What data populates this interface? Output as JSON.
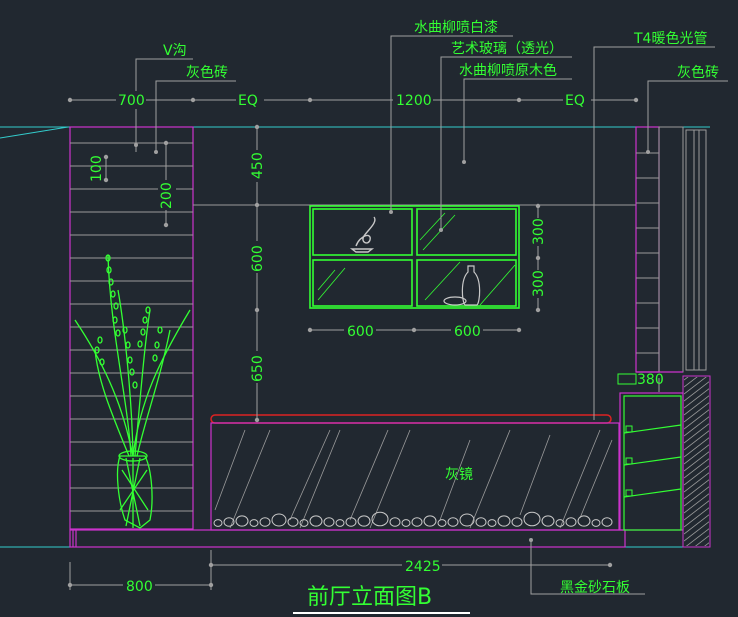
{
  "drawing": {
    "title": "前厅立面图B",
    "colors": {
      "background": "#212830",
      "wall_outline": "#cc33cc",
      "annotation": "#33ff33",
      "leader": "#a0a0a0",
      "floor_line": "#33cccc",
      "red_edge": "#dd2222"
    }
  },
  "labels": {
    "v_groove": "V沟",
    "grey_brick_left": "灰色砖",
    "white_paint": "水曲柳喷白漆",
    "art_glass": "艺术玻璃（透光）",
    "wood_color": "水曲柳喷原木色",
    "t4_light": "T4暖色光管",
    "grey_brick_right": "灰色砖",
    "grey_mirror": "灰镜",
    "black_gold_stone": "黑金砂石板"
  },
  "dimensions": {
    "top": [
      "700",
      "EQ",
      "1200",
      "EQ"
    ],
    "left_brick": [
      "100",
      "200"
    ],
    "vertical": [
      "450",
      "600",
      "650"
    ],
    "niche_rows": [
      "300",
      "300"
    ],
    "niche_cols": [
      "600",
      "600"
    ],
    "cabinet_width": "380",
    "overall": "2425",
    "bottom_left": "800"
  }
}
